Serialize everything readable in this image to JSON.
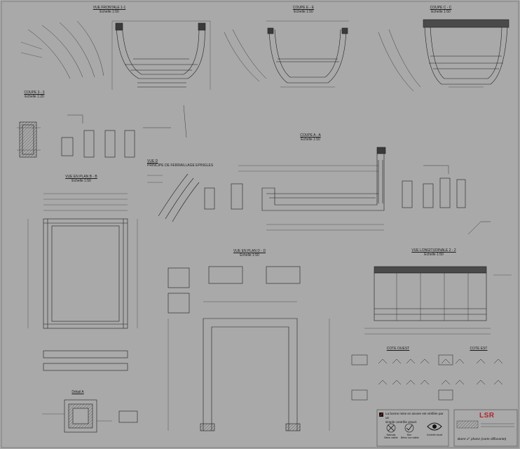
{
  "sheet": {
    "background": "#a9a9a9",
    "line_color": "#1f1f1f",
    "accent_red": "#b2252c",
    "slab_fill": "#4a4a4a"
  },
  "titles": {
    "vue_frontale": {
      "title": "VUE FRONTALE 1-1",
      "scale": "Echelle 1:50"
    },
    "coupe_e": {
      "title": "COUPE E - E",
      "scale": "Echelle 1:50"
    },
    "coupe_c": {
      "title": "COUPE C - C",
      "scale": "Echelle 1:50"
    },
    "coupe_3": {
      "title": "COUPE 3 - 3",
      "scale": "Echelle 1:20"
    },
    "coupe_a": {
      "title": "COUPE A - A",
      "scale": "Echelle 1:50"
    },
    "vue_d": {
      "title": "VUE D",
      "scale": "PRINCIPE DE FERRAILLAGE EPINGLES"
    },
    "vue_en_plan_b": {
      "title": "VUE EN PLAN B - B",
      "scale": "Echelle 1:50"
    },
    "vue_en_plan_d": {
      "title": "VUE EN PLAN D - D",
      "scale": "Echelle 1:50"
    },
    "vue_longitudinale": {
      "title": "VUE LONGITUDINALE 2 - 2",
      "scale": "Echelle 1:50"
    },
    "cote_ouest": {
      "title": "COTE OUEST",
      "scale": ""
    },
    "cote_est": {
      "title": "COTE EST",
      "scale": ""
    },
    "detail_a": {
      "title": "Détail A",
      "scale": ""
    }
  },
  "legend": {
    "note_line1": "La bonne mise en œuvre est vérifiée par un",
    "note_line2": "simple contrôle visuel.",
    "icon_labels": [
      "Mauvais",
      "Bon",
      "Contrôle visuel"
    ],
    "icon_sub": [
      "Béton visible",
      "Béton non visible"
    ]
  },
  "title_block": {
    "logo": "LSR",
    "phase": "Barre 2° phase (carte diffusante)"
  },
  "icons": {
    "eye": "eye-icon",
    "good": "check-icon",
    "bad": "cross-icon"
  }
}
